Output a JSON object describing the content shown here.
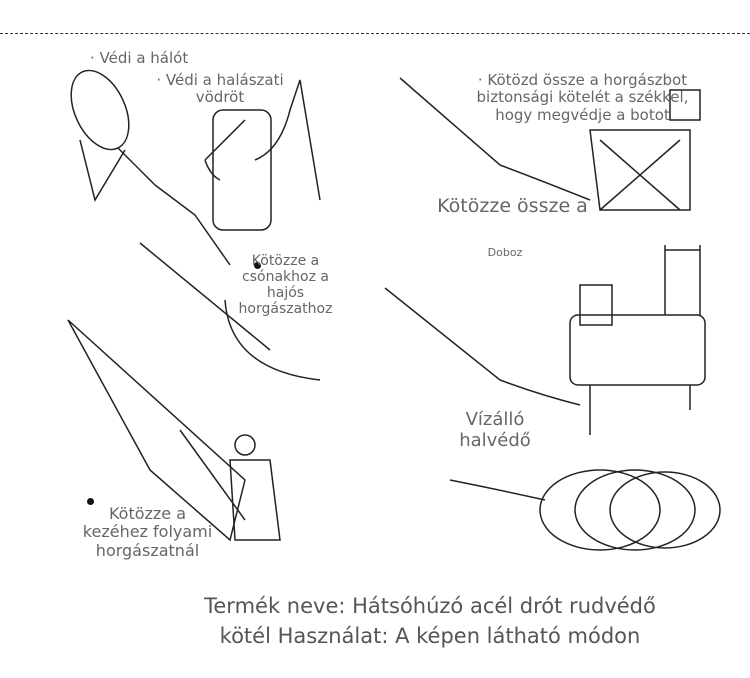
{
  "labels": {
    "net": "· Védi a hálót",
    "bucket": "· Védi a halászati vödröt",
    "chair": "· Kötözd össze a horgászbot biztonsági kötelét a székkel, hogy megvédje a botot",
    "box_big": "Kötözze össze a",
    "box_small": "Doboz",
    "boat": "Kötözze a csónakhoz a hajós horgászathoz",
    "waterproof": "Vízálló halvédő",
    "hand": "Kötözze a kezéhez folyami horgászatnál"
  },
  "footer": {
    "line1": "Termék neve: Hátsóhúzó acél drót rudvédő",
    "line2": "kötél Használat: A képen látható módon"
  }
}
